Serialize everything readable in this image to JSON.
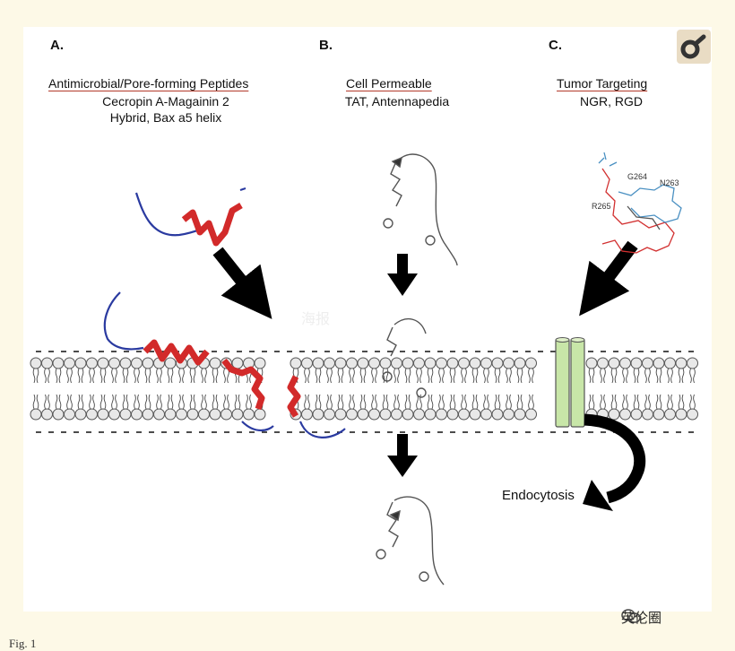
{
  "panels": {
    "a": {
      "letter": "A.",
      "heading": "Antimicrobial/Pore-forming Peptides",
      "line1": "Cecropin A-Magainin 2",
      "line2": "Hybrid, Bax a5 helix"
    },
    "b": {
      "letter": "B.",
      "heading": "Cell Permeable",
      "line1": "TAT, Antennapedia"
    },
    "c": {
      "letter": "C.",
      "heading": "Tumor Targeting",
      "line1": "NGR, RGD"
    }
  },
  "residues": {
    "g": "G264",
    "n": "N263",
    "r": "R265"
  },
  "endocytosis": "Endocytosis",
  "watermark": {
    "text": "英伦圈",
    "faint": "海报"
  },
  "caption": "Fig. 1",
  "colors": {
    "helix": "#d22a2a",
    "tail": "#2a3aa0",
    "receptor": "#c8e6a8",
    "background": "#fdf9e7"
  }
}
